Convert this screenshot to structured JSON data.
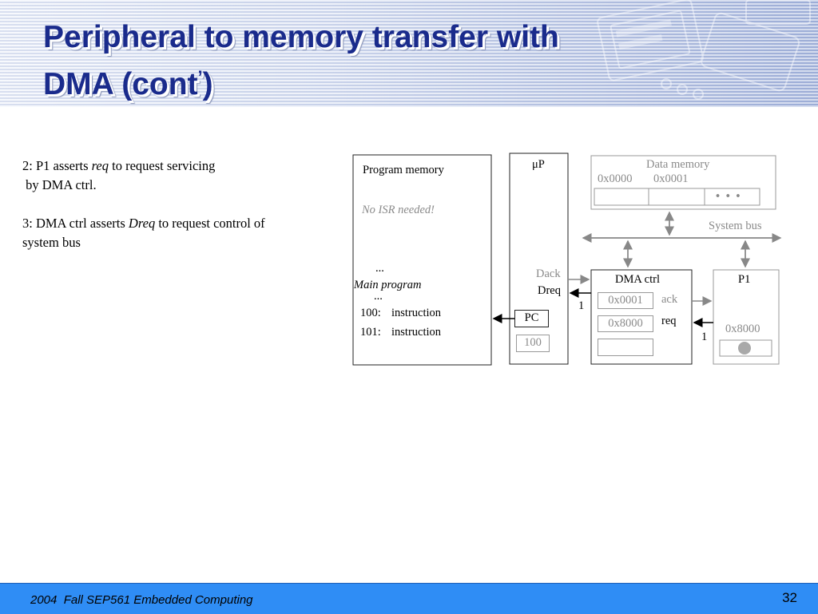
{
  "slide": {
    "title_line1": "Peripheral to memory transfer with",
    "title_line2_main": "DMA (cont",
    "title_line2_sup": "’",
    "title_line2_end": ")"
  },
  "bullets": {
    "b2_pre": "2: P1 asserts ",
    "b2_em": "req",
    "b2_post": " to request servicing",
    "b2_line2": " by DMA ctrl.",
    "b3_pre": "3: DMA ctrl asserts ",
    "b3_em": "Dreq",
    "b3_post": " to request control of",
    "b3_line2": "system bus"
  },
  "diagram": {
    "program_memory": {
      "label": "Program memory",
      "note": "No ISR needed!",
      "ellipsis_top": "...",
      "main_program": "Main program",
      "ellipsis_bottom": "...",
      "line_100_addr": "100:",
      "line_100_text": "instruction",
      "line_101_addr": "101:",
      "line_101_text": "instruction"
    },
    "microprocessor": {
      "label": "μP",
      "pc_label": "PC",
      "pc_value": "100",
      "dack": "Dack",
      "dreq": "Dreq",
      "dreq_value": "1"
    },
    "data_memory": {
      "label": "Data memory",
      "addr0": "0x0000",
      "addr1": "0x0001",
      "ellipsis": "• • •"
    },
    "system_bus": "System bus",
    "dma_ctrl": {
      "label": "DMA ctrl",
      "reg1": "0x0001",
      "reg2": "0x8000",
      "ack": "ack",
      "req": "req",
      "req_value": "1"
    },
    "p1": {
      "label": "P1",
      "reg": "0x8000"
    }
  },
  "footer": {
    "text": "2004  Fall SEP561 Embedded Computing",
    "page": "32"
  }
}
